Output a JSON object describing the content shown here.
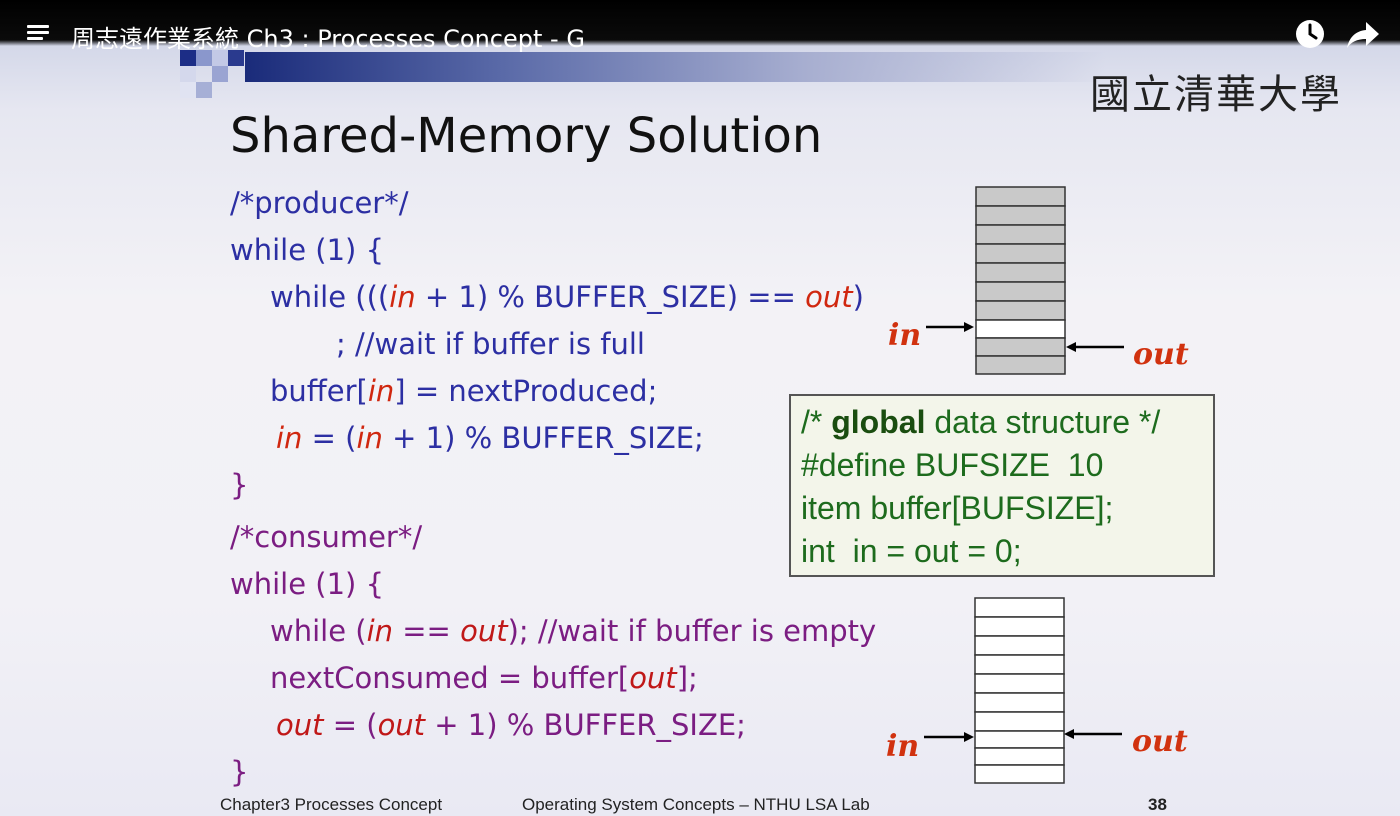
{
  "player": {
    "title": "周志遠作業系統 Ch3 : Processes Concept - G",
    "menu_icon": "playlist-icon",
    "watch_later_icon": "clock-icon",
    "share_icon": "share-icon"
  },
  "slide": {
    "logo": "國立清華大學",
    "title": "Shared-Memory Solution",
    "producer": {
      "comment": "/*producer*/",
      "while_open": "while (1) {",
      "l3_a": "while (((",
      "l3_in": "in",
      "l3_b": " + 1) % BUFFER_SIZE) == ",
      "l3_out": "out",
      "l3_c": ")",
      "l4": "; //wait if buffer is full",
      "l5_a": "buffer[",
      "l5_in": "in",
      "l5_b": "] = nextProduced;",
      "l6_in1": "in",
      "l6_a": " = (",
      "l6_in2": "in",
      "l6_b": " + 1) % BUFFER_SIZE;",
      "close": "}"
    },
    "consumer": {
      "comment": "/*consumer*/",
      "while_open": "while (1) {",
      "l3_a": "while (",
      "l3_in": "in",
      "l3_b": " == ",
      "l3_out": "out",
      "l3_c": "); //wait if buffer is empty",
      "l4_a": "nextConsumed = buffer[",
      "l4_out": "out",
      "l4_b": "];",
      "l5_out1": "out",
      "l5_a": " = (",
      "l5_out2": "out",
      "l5_b": " + 1) % BUFFER_SIZE;",
      "close": "}"
    },
    "global_box": {
      "l1_a": "/* ",
      "l1_bold": "global",
      "l1_b": " data structure */",
      "l2": "#define BUFSIZE  10",
      "l3": "item buffer[BUFSIZE];",
      "l4": "int  in = out = 0;"
    },
    "diagram_top": {
      "in_label": "in",
      "out_label": "out"
    },
    "diagram_bottom": {
      "in_label": "in",
      "out_label": "out"
    },
    "footer": {
      "chapter": "Chapter3 Processes Concept",
      "course": "Operating System Concepts – NTHU LSA Lab",
      "page": "38"
    }
  }
}
